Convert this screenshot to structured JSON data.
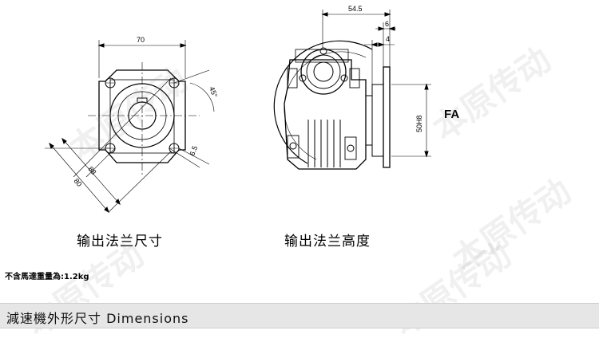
{
  "watermark": "本原传动",
  "colors": {
    "line": "#000000",
    "footer_bg": "#e6e6e6",
    "watermark": "#8c8c8c"
  },
  "left_view": {
    "caption": "输出法兰尺寸",
    "dims": {
      "width": "70",
      "diag_inner": "88",
      "diag_outer": "80",
      "angle": "45°",
      "hole": "6.5"
    }
  },
  "right_view": {
    "caption": "输出法兰高度",
    "label_fa": "FA",
    "dims": {
      "top": "54.5",
      "d6": "6",
      "d4": "4",
      "bore": "50H8"
    }
  },
  "weight_text": "不含馬達重量為:1.2kg",
  "footer": {
    "title": "減速機外形尺寸  Dimensions"
  }
}
